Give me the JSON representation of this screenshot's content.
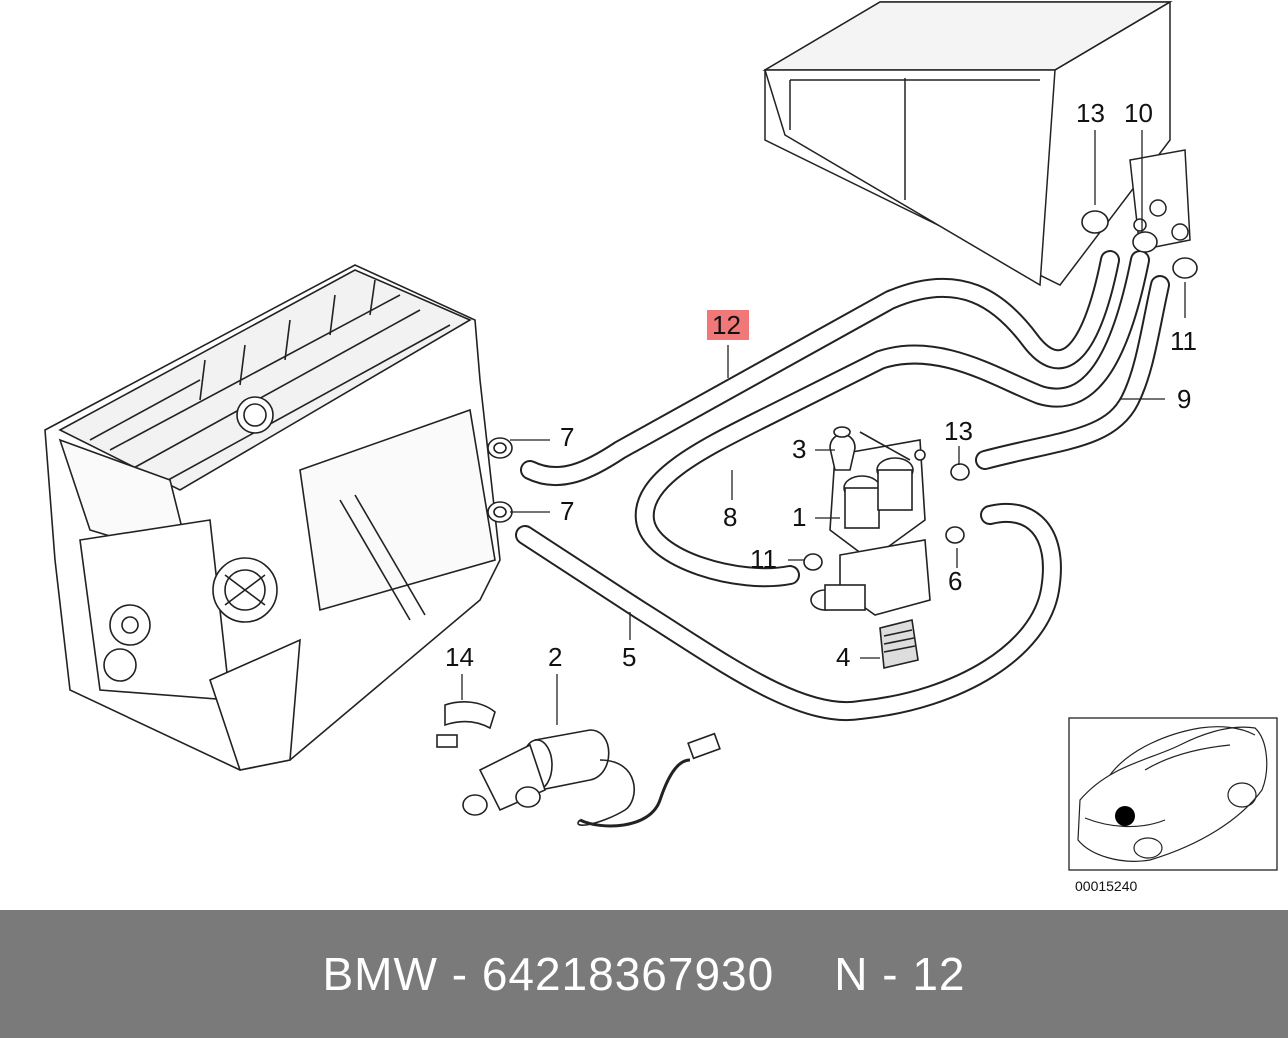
{
  "diagram": {
    "callouts": {
      "c1": "1",
      "c2": "2",
      "c3": "3",
      "c4": "4",
      "c5": "5",
      "c6": "6",
      "c7a": "7",
      "c7b": "7",
      "c8": "8",
      "c9": "9",
      "c10": "10",
      "c11a": "11",
      "c11b": "11",
      "c12": "12",
      "c13a": "13",
      "c13b": "13",
      "c14": "14"
    },
    "highlighted_callout": "12",
    "highlight_color": "#f07878",
    "part_reference": "00015240"
  },
  "footer": {
    "brand": "BMW",
    "separator1": "-",
    "part_number": "64218367930",
    "position": "N - 12",
    "background": "#7a7a7a"
  }
}
